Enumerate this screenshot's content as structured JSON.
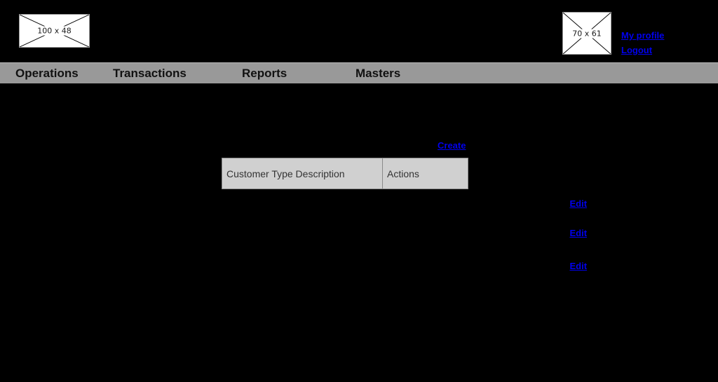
{
  "header": {
    "logo": {
      "icon": "broken-image-icon",
      "placeholder_label": "100 x 48"
    },
    "avatar": {
      "icon": "broken-image-icon",
      "placeholder_label": "70 x 61"
    },
    "account_links": [
      {
        "label": "My profile"
      },
      {
        "label": "Logout"
      }
    ]
  },
  "nav": {
    "background_color": "#999999",
    "items": [
      {
        "label": "Operations"
      },
      {
        "label": "Transactions"
      },
      {
        "label": "Reports"
      },
      {
        "label": "Masters"
      }
    ]
  },
  "main": {
    "create_label": "Create",
    "table": {
      "header_background": "#d0d0d0",
      "columns": [
        {
          "label": "Customer Type Description"
        },
        {
          "label": "Actions"
        }
      ],
      "rows": [
        {
          "description": "",
          "action_label": "Edit"
        },
        {
          "description": "",
          "action_label": "Edit"
        },
        {
          "description": "",
          "action_label": "Edit"
        }
      ]
    }
  },
  "theme": {
    "page_background": "#000000",
    "link_color": "#0000ee",
    "nav_color": "#999999",
    "table_header_color": "#d0d0d0"
  }
}
